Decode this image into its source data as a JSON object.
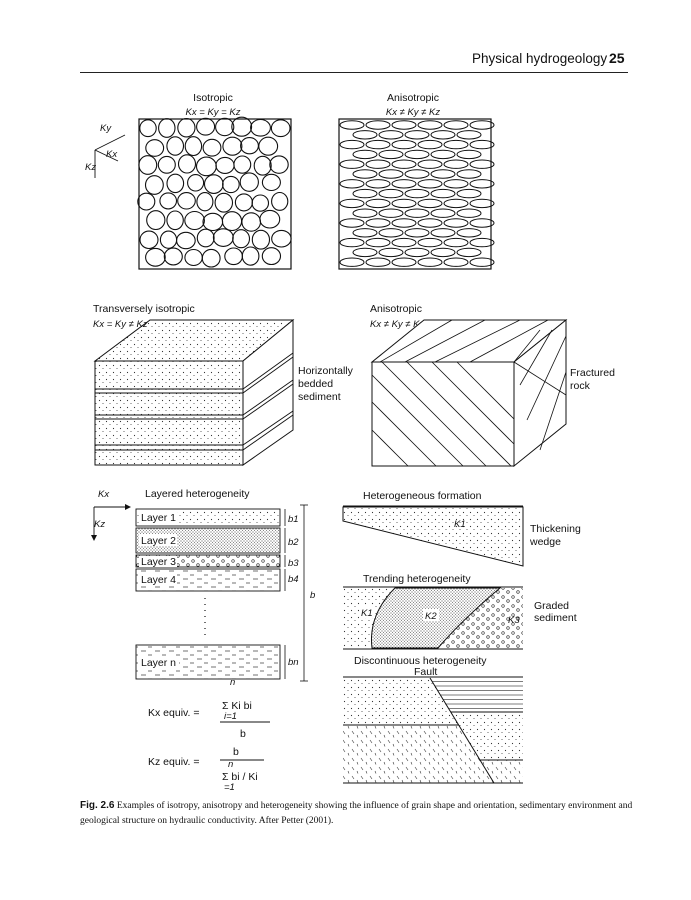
{
  "header": {
    "title": "Physical hydrogeology",
    "page": "25"
  },
  "panel_isotropic": {
    "title": "Isotropic",
    "equation": "Kx = Ky = Kz"
  },
  "panel_anisotropic": {
    "title": "Anisotropic",
    "equation": "Kx ≠ Ky ≠ Kz"
  },
  "axes_top": {
    "y": "Ky",
    "x": "Kx",
    "z": "Kz"
  },
  "panel_transverse": {
    "title": "Transversely isotropic",
    "equation": "Kx = Ky ≠ Kz",
    "label": [
      "Horizontally",
      "bedded",
      "sediment"
    ]
  },
  "panel_fractured": {
    "title": "Anisotropic",
    "equation": "Kx ≠ Ky ≠ Kz",
    "label": [
      "Fractured",
      "rock"
    ]
  },
  "panel_layered": {
    "axis_x": "Kx",
    "axis_z": "Kz",
    "title": "Layered heterogeneity",
    "layers": [
      "Layer 1",
      "Layer 2",
      "Layer 3",
      "Layer 4",
      "Layer n"
    ],
    "thickness": [
      "b1",
      "b2",
      "b3",
      "b4",
      "bn"
    ],
    "total": "b",
    "eq_x_label": "Kx equiv. =",
    "eq_x_numerator": "Σ Ki bi",
    "eq_x_limits": [
      "n",
      "i=1"
    ],
    "eq_x_denominator": "b",
    "eq_z_label": "Kz equiv. =",
    "eq_z_numerator": "b",
    "eq_z_denominator": "Σ bi / Ki",
    "eq_z_limits": [
      "n",
      "=1"
    ]
  },
  "panel_formation": {
    "title": "Heterogeneous formation",
    "k_label": "K1",
    "label": [
      "Thickening",
      "wedge"
    ]
  },
  "panel_trending": {
    "title": "Trending heterogeneity",
    "k1": "K1",
    "k2": "K2",
    "k3": "K3",
    "label": [
      "Graded",
      "sediment"
    ]
  },
  "panel_discontinuous": {
    "title": "Discontinuous heterogeneity",
    "fault_label": "Fault"
  },
  "caption": {
    "label": "Fig. 2.6",
    "text": "Examples of isotropy, anisotropy and heterogeneity showing the influence of grain shape and orientation, sedimentary environment and geological structure on hydraulic conductivity. After Petter (2001)."
  }
}
